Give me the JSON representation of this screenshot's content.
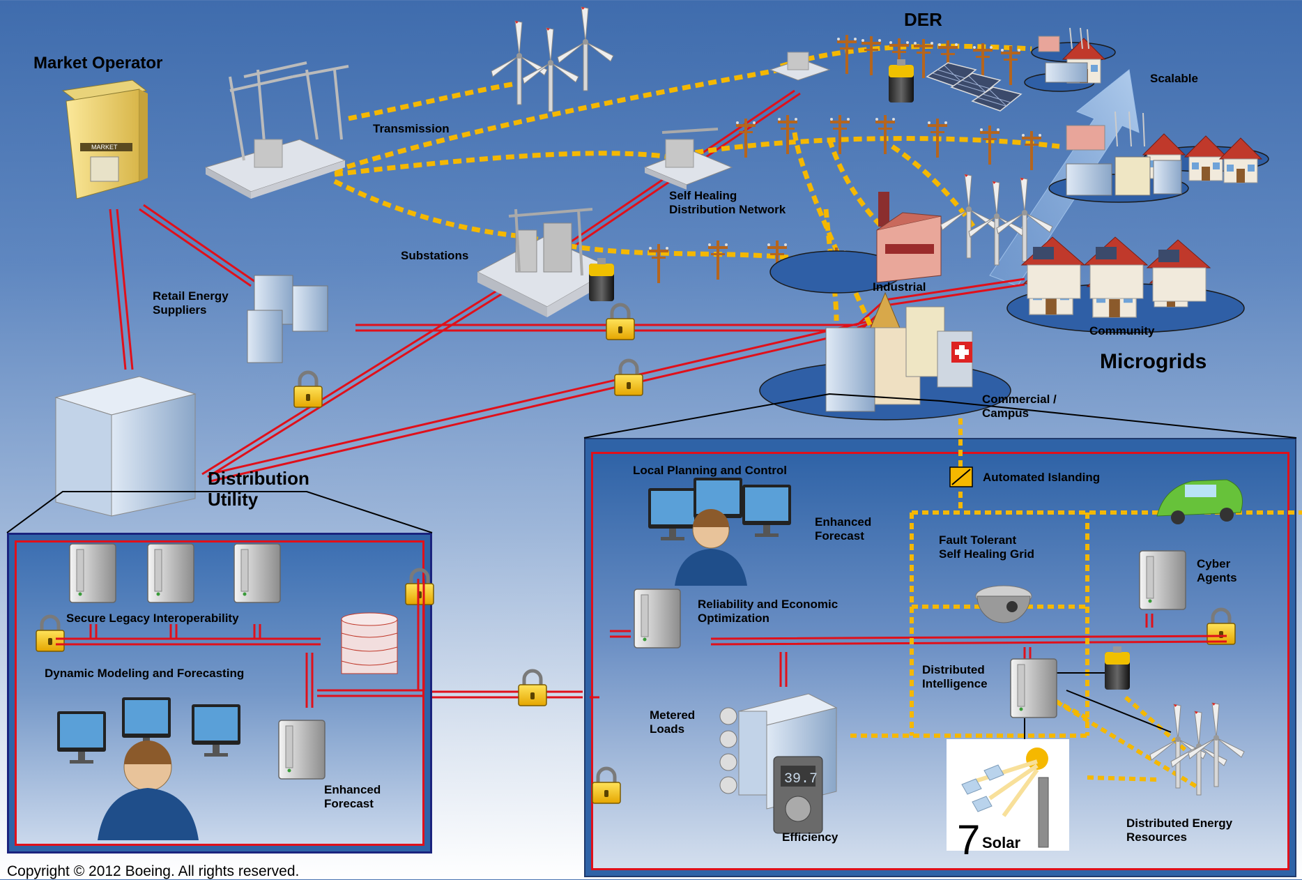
{
  "labels": {
    "der": "DER",
    "market_operator": "Market Operator",
    "transmission": "Transmission",
    "self_healing_dist": "Self Healing\nDistribution Network",
    "substations": "Substations",
    "retail_energy_suppliers": "Retail Energy\nSuppliers",
    "scalable": "Scalable",
    "industrial": "Industrial",
    "community": "Community",
    "microgrids": "Microgrids",
    "commercial_campus": "Commercial /\nCampus",
    "distribution_utility": "Distribution\nUtility",
    "local_planning": "Local Planning and Control",
    "automated_islanding": "Automated Islanding",
    "enhanced_forecast_right": "Enhanced\nForecast",
    "fault_tolerant": "Fault Tolerant\nSelf Healing Grid",
    "cyber_agents": "Cyber\nAgents",
    "reliability_opt": "Reliability and Economic\nOptimization",
    "distributed_intelligence": "Distributed\nIntelligence",
    "metered_loads": "Metered\nLoads",
    "efficiency": "Efficiency",
    "solar": "Solar",
    "solar_number": "7",
    "distributed_energy_resources": "Distributed Energy\nResources",
    "secure_legacy": "Secure Legacy Interoperability",
    "dynamic_modeling": "Dynamic Modeling and Forecasting",
    "enhanced_forecast_left": "Enhanced\nForecast",
    "meter_display": "39.7",
    "market_sign": "MARKET"
  },
  "copyright": "Copyright © 2012 Boeing. All rights reserved.",
  "colors": {
    "secure_link": "#e0101a",
    "power_line": "#f5b800",
    "lock": "#f2c200",
    "panel_border": "#1a237e"
  },
  "icons": [
    "building-icon",
    "wind-turbine-icon",
    "transmission-tower-icon",
    "substation-icon",
    "battery-icon",
    "solar-panel-icon",
    "lock-icon",
    "server-icon",
    "database-icon",
    "operator-icon",
    "car-icon",
    "camera-icon",
    "house-icon",
    "factory-icon",
    "hospital-icon",
    "utility-pole-icon"
  ]
}
